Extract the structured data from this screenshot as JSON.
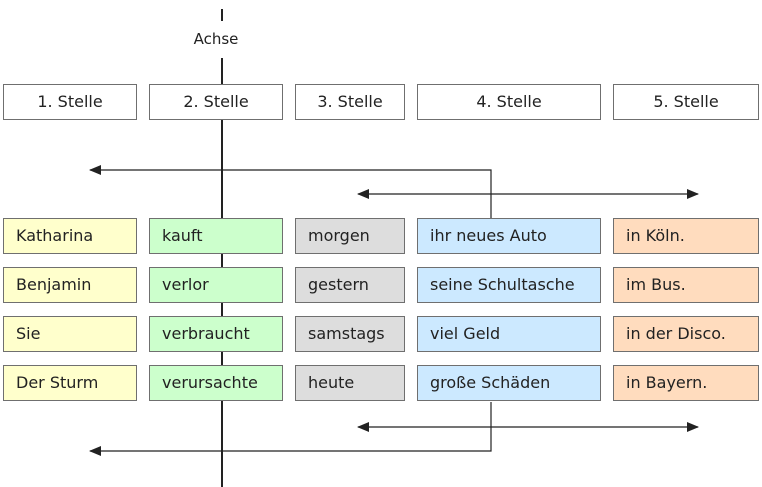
{
  "axis": {
    "label": "Achse"
  },
  "headers": [
    "1. Stelle",
    "2. Stelle",
    "3. Stelle",
    "4. Stelle",
    "5. Stelle"
  ],
  "rows": [
    [
      "Katharina",
      "kauft",
      "morgen",
      "ihr neues Auto",
      "in Köln."
    ],
    [
      "Benjamin",
      "verlor",
      "gestern",
      "seine Schultasche",
      "im Bus."
    ],
    [
      "Sie",
      "verbraucht",
      "samstags",
      "viel Geld",
      "in der Disco."
    ],
    [
      "Der Sturm",
      "verursachte",
      "heute",
      "große Schäden",
      "in Bayern."
    ]
  ],
  "colors": {
    "column_fills": [
      "#ffffcc",
      "#ccffcc",
      "#dddddd",
      "#cce9ff",
      "#ffdcbe"
    ],
    "lines": "#222222",
    "borders": "#6f6f6f"
  }
}
